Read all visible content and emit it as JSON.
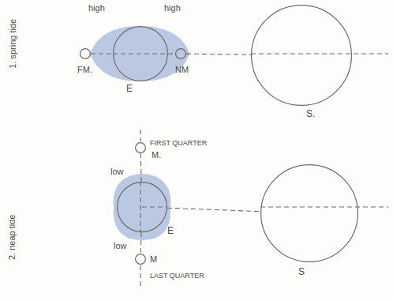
{
  "diagram": {
    "nodes": [
      {
        "text": [
          "FM."
        ]
      },
      {
        "text": [
          "E"
        ]
      },
      {
        "text": [
          "NM"
        ]
      },
      {
        "text": [
          "S."
        ]
      },
      {
        "text": [
          "FIRST QUARTER",
          "M."
        ]
      },
      {
        "text": [
          "E"
        ]
      },
      {
        "text": [
          "M",
          "LAST QUARTER"
        ]
      },
      {
        "text": [
          "S"
        ]
      }
    ],
    "edges": [
      {
        "from": 0,
        "to": 1,
        "arrow": "none"
      },
      {
        "from": 1,
        "to": 2,
        "arrow": "none"
      },
      {
        "from": 2,
        "to": 3,
        "arrow": "none"
      },
      {
        "from": 4,
        "to": 5,
        "arrow": "none"
      },
      {
        "from": 5,
        "to": 6,
        "arrow": "none"
      },
      {
        "from": 5,
        "to": 7,
        "arrow": "none"
      }
    ],
    "labels": [
      "1. spring tide",
      "high",
      "high",
      "2. neap tide",
      "low",
      "low"
    ]
  }
}
